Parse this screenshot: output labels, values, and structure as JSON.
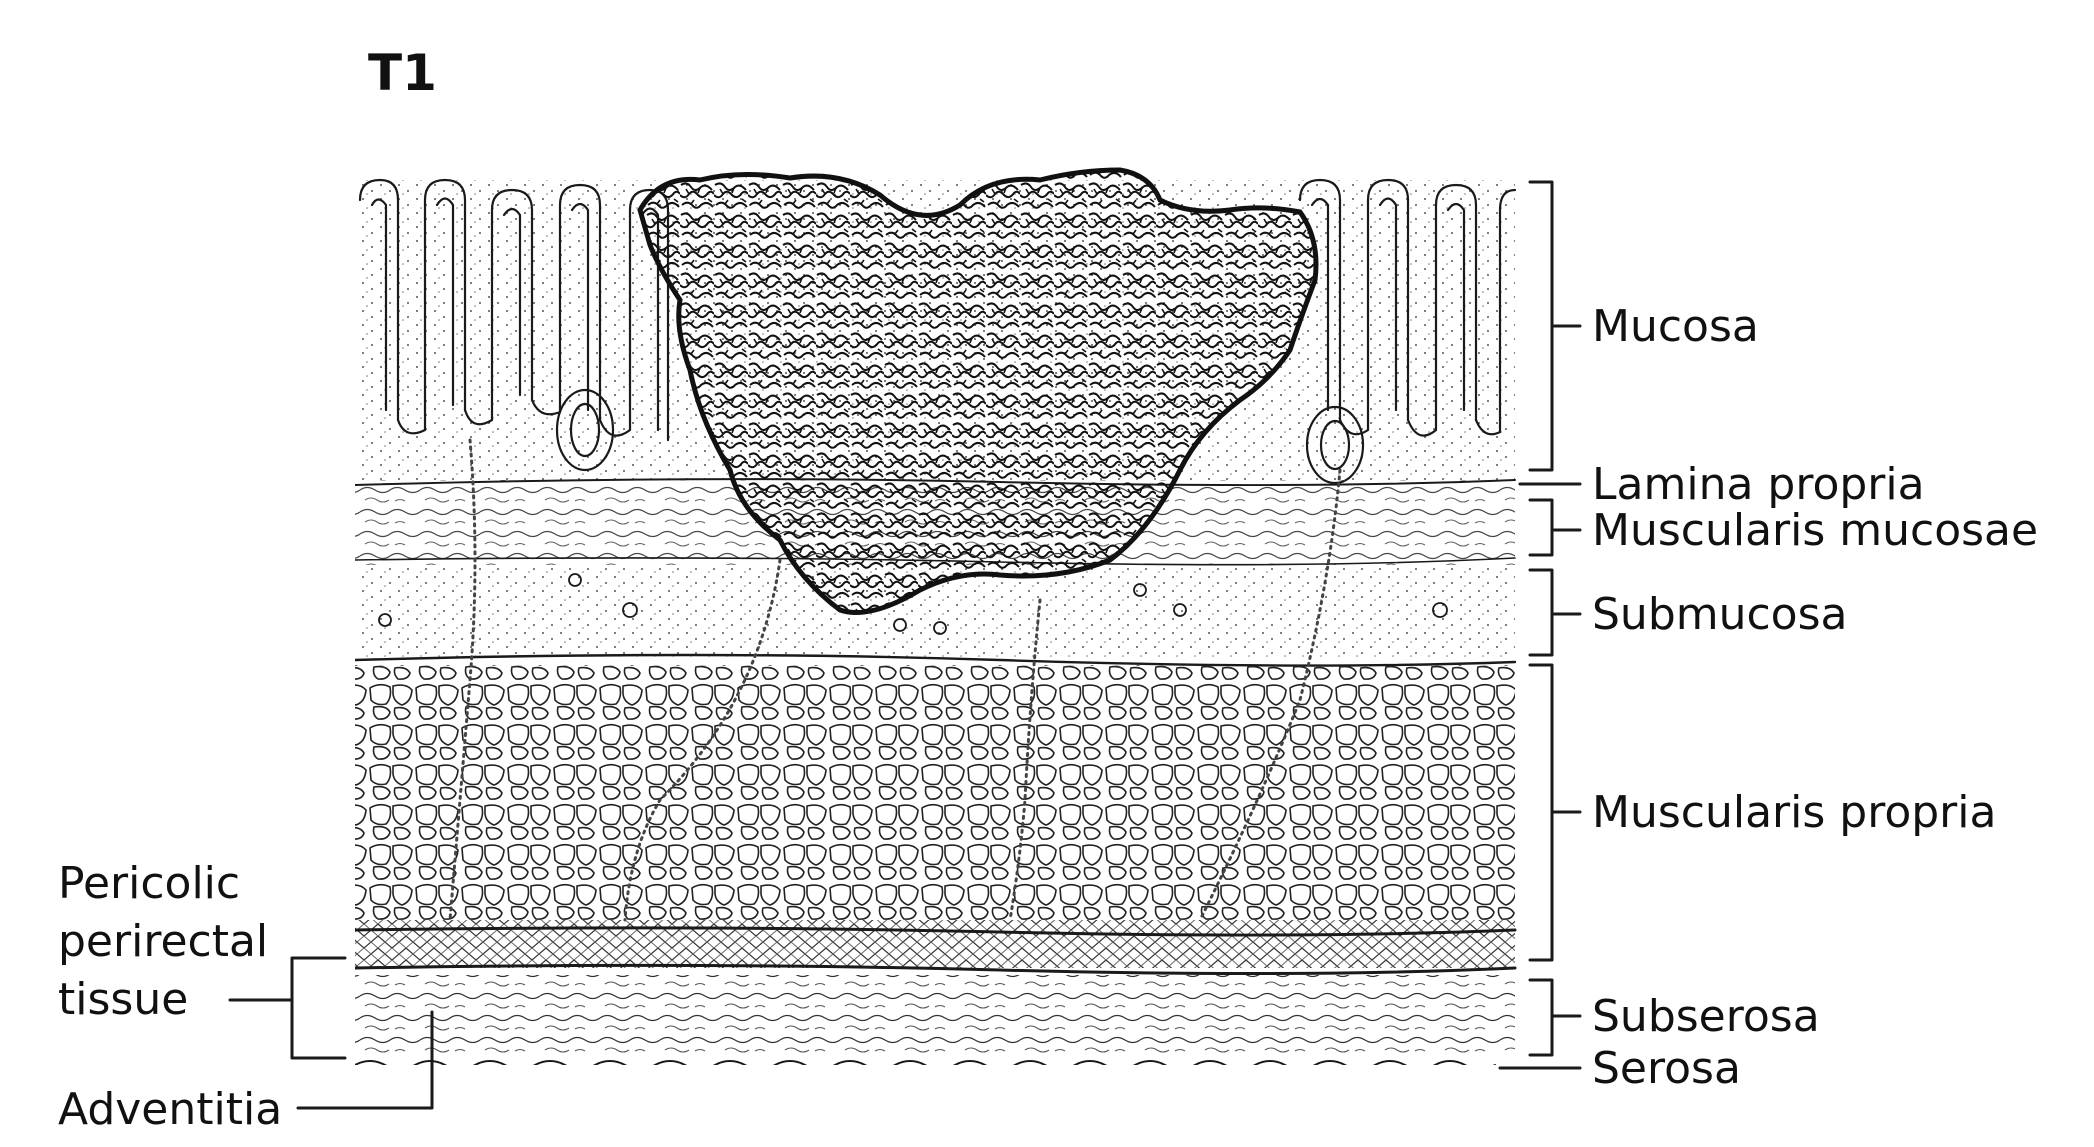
{
  "title": "T1",
  "labels": {
    "mucosa": "Mucosa",
    "lamina_propria": "Lamina propria",
    "muscularis_mucosae": "Muscularis mucosae",
    "submucosa": "Submucosa",
    "muscularis_propria": "Muscularis propria",
    "subserosa": "Subserosa",
    "serosa": "Serosa",
    "pericolic_line1": "Pericolic",
    "pericolic_line2": "perirectal",
    "pericolic_line3": "tissue",
    "adventitia": "Adventitia"
  }
}
